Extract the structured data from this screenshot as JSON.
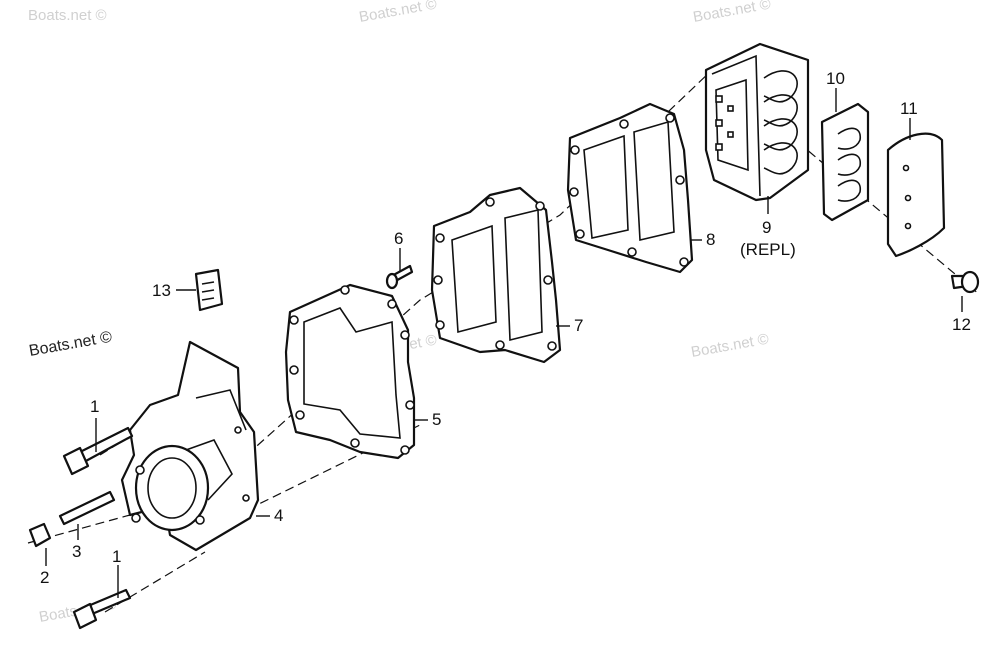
{
  "watermarks": {
    "w1": "Boats.net ©",
    "w2": "Boats.net ©",
    "w3": "Boats.net ©",
    "w4": "Boats.net ©",
    "w5": "Boats.net ©",
    "w6": "Boats.net ©",
    "main": "Boats.net ©"
  },
  "callouts": {
    "p1a": "1",
    "p1b": "1",
    "p2": "2",
    "p3": "3",
    "p4": "4",
    "p5": "5",
    "p6": "6",
    "p7": "7",
    "p8": "8",
    "p9": "9",
    "p9_note": "(REPL)",
    "p10": "10",
    "p11": "11",
    "p12": "12",
    "p13": "13"
  }
}
